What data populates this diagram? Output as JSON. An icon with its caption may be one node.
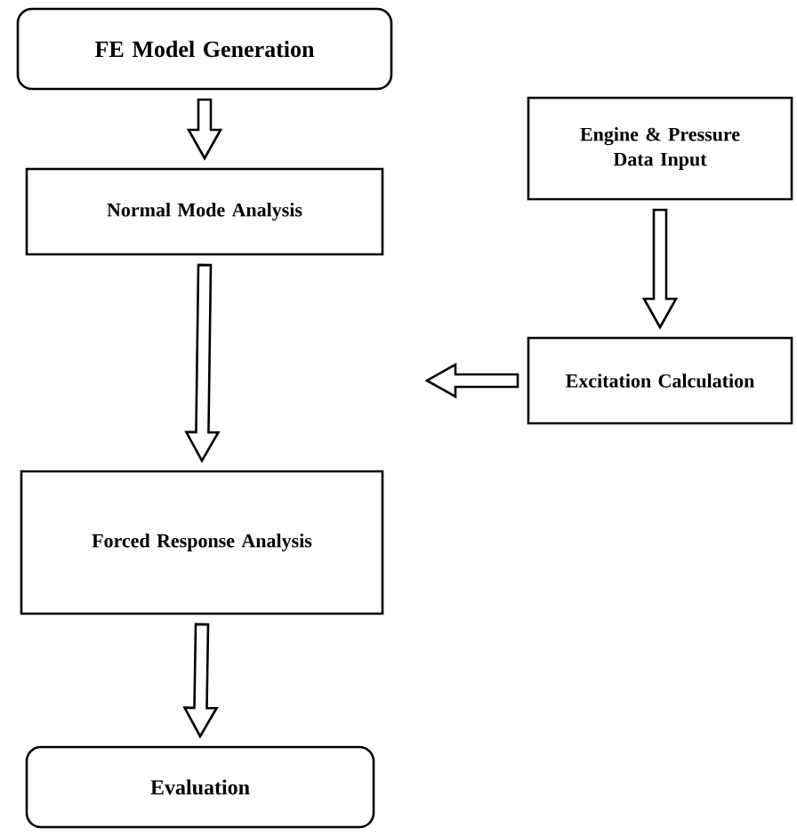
{
  "diagram": {
    "nodes": [
      {
        "text": [
          "FE Model Generation"
        ]
      },
      {
        "text": [
          "Normal Mode Analysis"
        ]
      },
      {
        "text": [
          "Engine & Pressure Data Input"
        ]
      },
      {
        "text": [
          "Excitation Calculation"
        ]
      },
      {
        "text": [
          "Forced Response Analysis"
        ]
      },
      {
        "text": [
          "Evaluation"
        ]
      }
    ],
    "edges": [
      {
        "from": 0,
        "to": 1,
        "arrow": "to"
      },
      {
        "from": 2,
        "to": 3,
        "arrow": "to"
      },
      {
        "from": 1,
        "to": 4,
        "arrow": "to"
      },
      {
        "from": 3,
        "to": null,
        "arrow": "to"
      },
      {
        "from": 4,
        "to": 5,
        "arrow": "to"
      }
    ]
  }
}
